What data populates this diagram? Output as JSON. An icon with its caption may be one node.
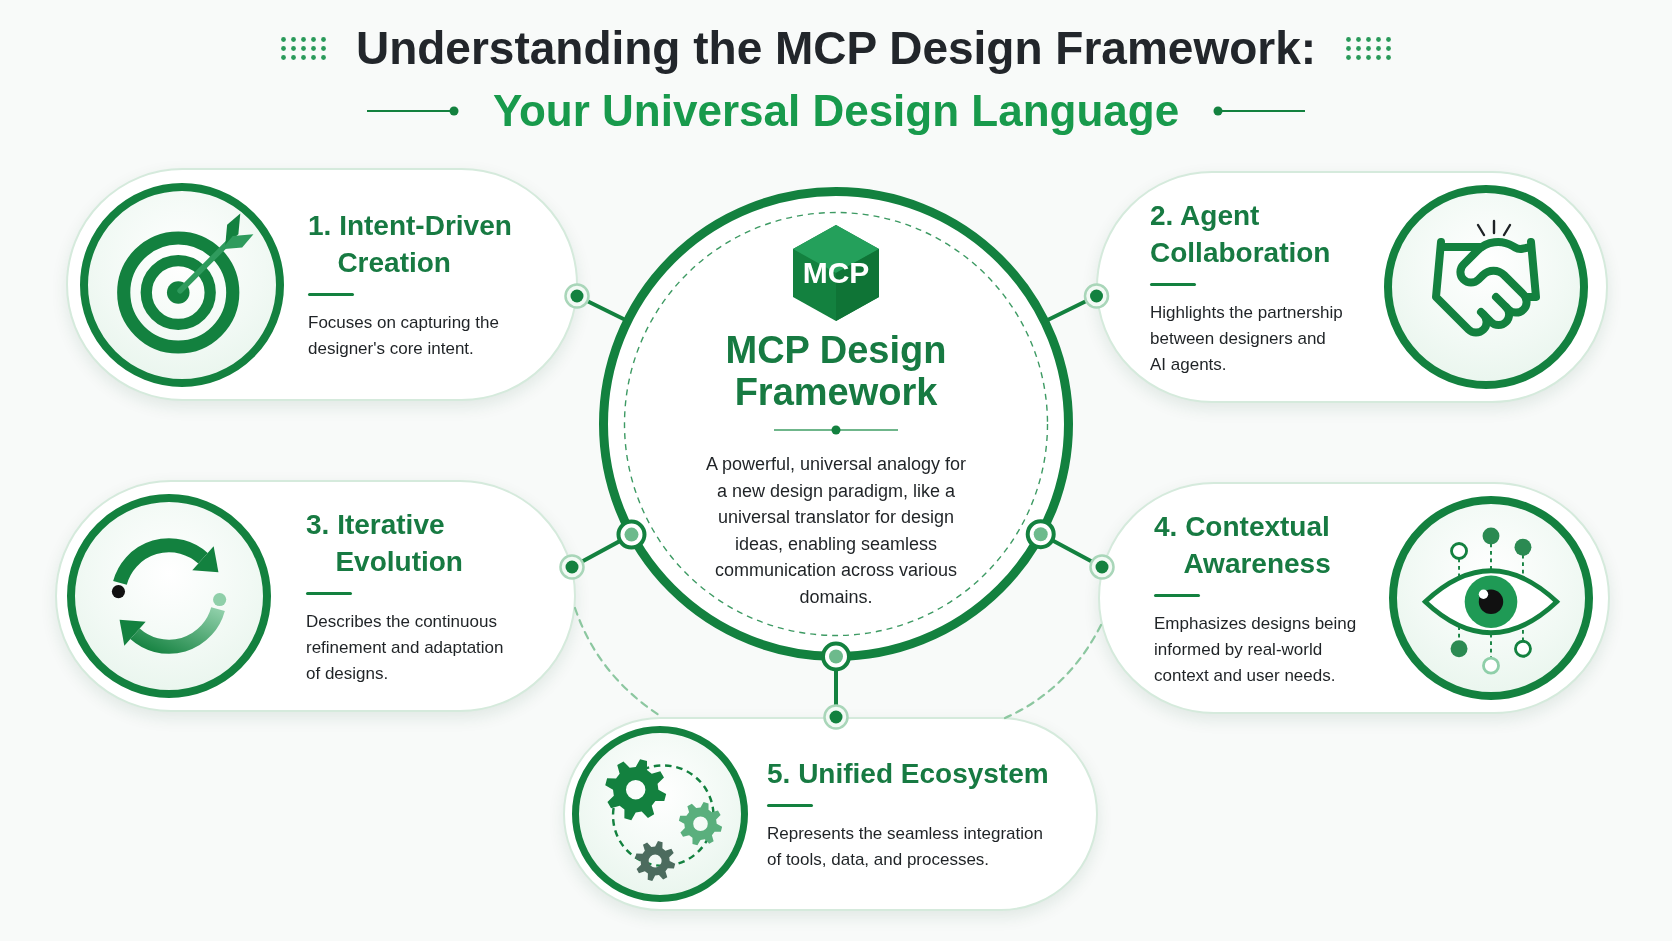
{
  "diagram": {
    "title": "Understanding the MCP Design Framework:",
    "nodes": [
      {
        "text": [
          "1. Intent-Driven Creation",
          "Focuses on capturing the designer's core intent."
        ]
      },
      {
        "text": [
          "MCP Design Framework",
          "A powerful, universal analogy for a new design paradigm, like a universal translator for design ideas, enabling seamless communication across various domains."
        ]
      },
      {
        "text": [
          "MCP"
        ],
        "in": 1
      },
      {
        "text": [
          "2. Agent Collaboration",
          "Highlights the partnership between designers and AI agents."
        ]
      },
      {
        "text": [
          "3. Iterative Evolution",
          "Describes the continuous refinement and adaptation of designs."
        ]
      },
      {
        "text": [
          "4. Contextual Awareness",
          "Emphasizes designs being informed by real-world context and user needs."
        ]
      },
      {
        "text": [
          "5. Unified Ecosystem",
          "Represents the seamless integration of tools, data, and processes."
        ]
      }
    ],
    "edges": [
      {
        "from": 0,
        "to": 1,
        "arrow": "other"
      },
      {
        "from": 3,
        "to": 1,
        "arrow": "other"
      },
      {
        "from": 4,
        "to": 1,
        "arrow": "other"
      },
      {
        "from": 5,
        "to": 1,
        "arrow": "other"
      },
      {
        "from": 6,
        "to": 1,
        "arrow": "other"
      },
      {
        "from": 4,
        "to": 6,
        "arrow": "none",
        "style": "dashed",
        "color": "#8cc7a0"
      },
      {
        "from": 5,
        "to": 6,
        "arrow": "none",
        "style": "dashed",
        "color": "#8cc7a0"
      }
    ],
    "labels": [
      "Your Universal Design Language"
    ]
  }
}
